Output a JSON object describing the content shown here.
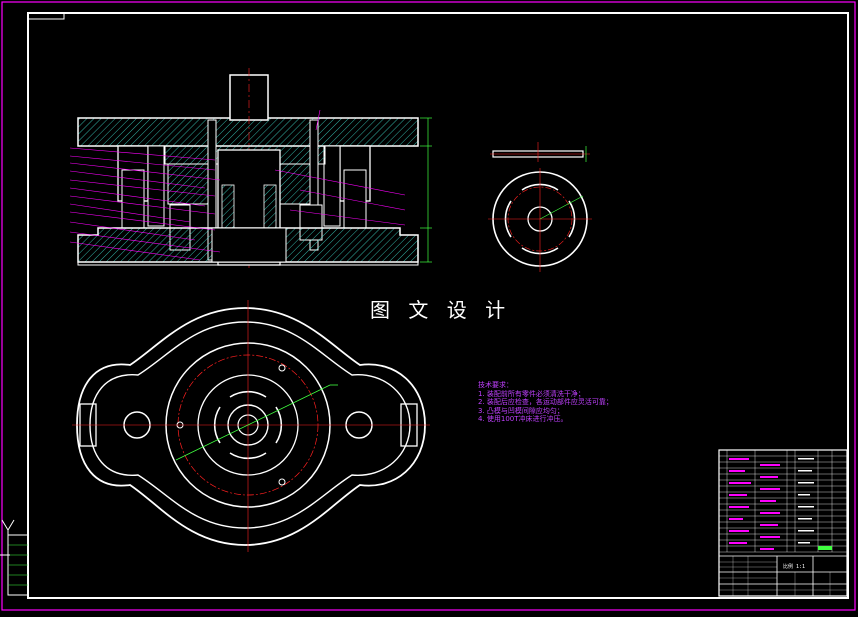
{
  "watermark": "图 文 设 计",
  "technical_requirements": {
    "title": "技术要求：",
    "items": [
      "1. 装配前所有零件必须清洗干净；",
      "2. 装配后应检查，各运动部件应灵活可靠；",
      "3. 凸模与凹模间隙应均匀；",
      "4. 使用100T冲床进行冲压。"
    ]
  },
  "title_block": {
    "scale": "比例 1:1"
  },
  "colors": {
    "background": "#000000",
    "frame": "#ffffff",
    "border_magenta": "#ff00ff",
    "hatch": "#40e0d0",
    "centerline": "#ff2020",
    "dimension": "#ff00ff",
    "leader": "#ff00ff",
    "annotation_green": "#40ff40"
  }
}
